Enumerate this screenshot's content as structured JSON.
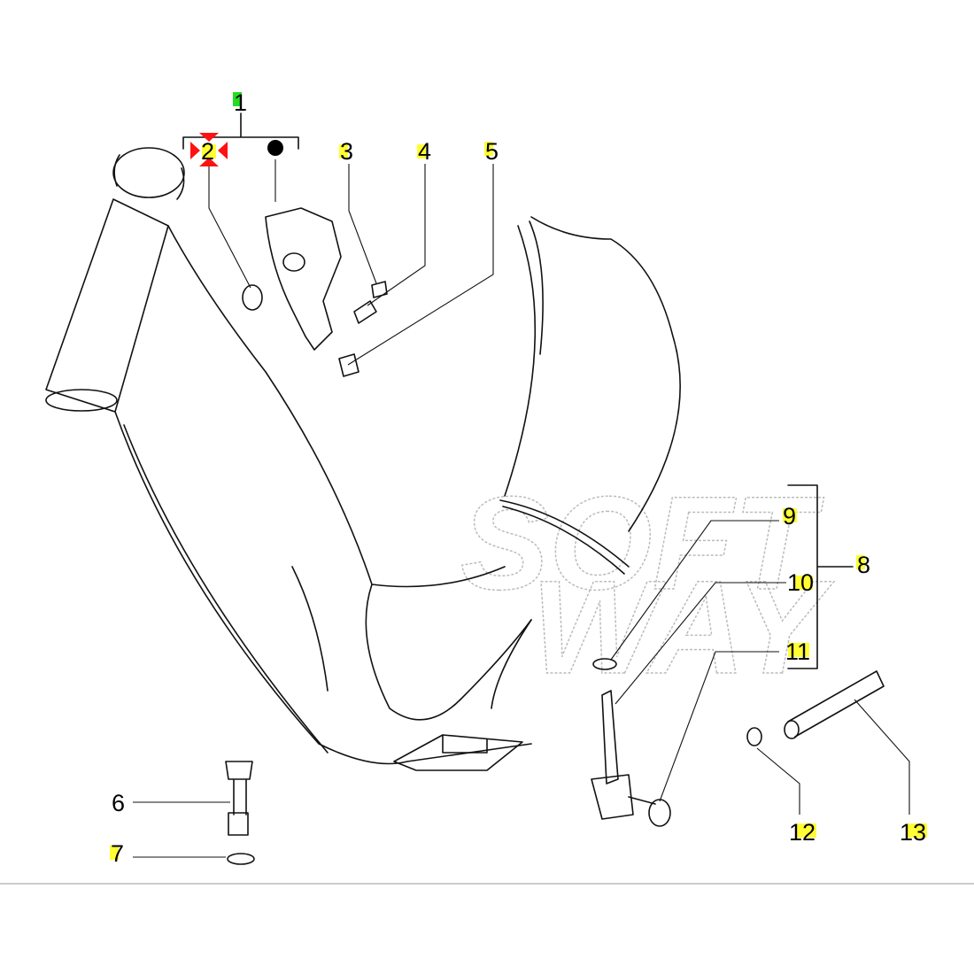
{
  "diagram": {
    "watermark": [
      "SOFT",
      "WAY"
    ],
    "highlight_colors": {
      "yellow": "#ffff33",
      "green": "#22dd22",
      "red_marker": "#ff1111"
    },
    "callouts": {
      "c1": "1",
      "c2": "2",
      "c3": "3",
      "c4": "4",
      "c5": "5",
      "c6": "6",
      "c7": "7",
      "c8": "8",
      "c9": "9",
      "c10": "10",
      "c11": "11",
      "c12": "12",
      "c13": "13"
    }
  }
}
